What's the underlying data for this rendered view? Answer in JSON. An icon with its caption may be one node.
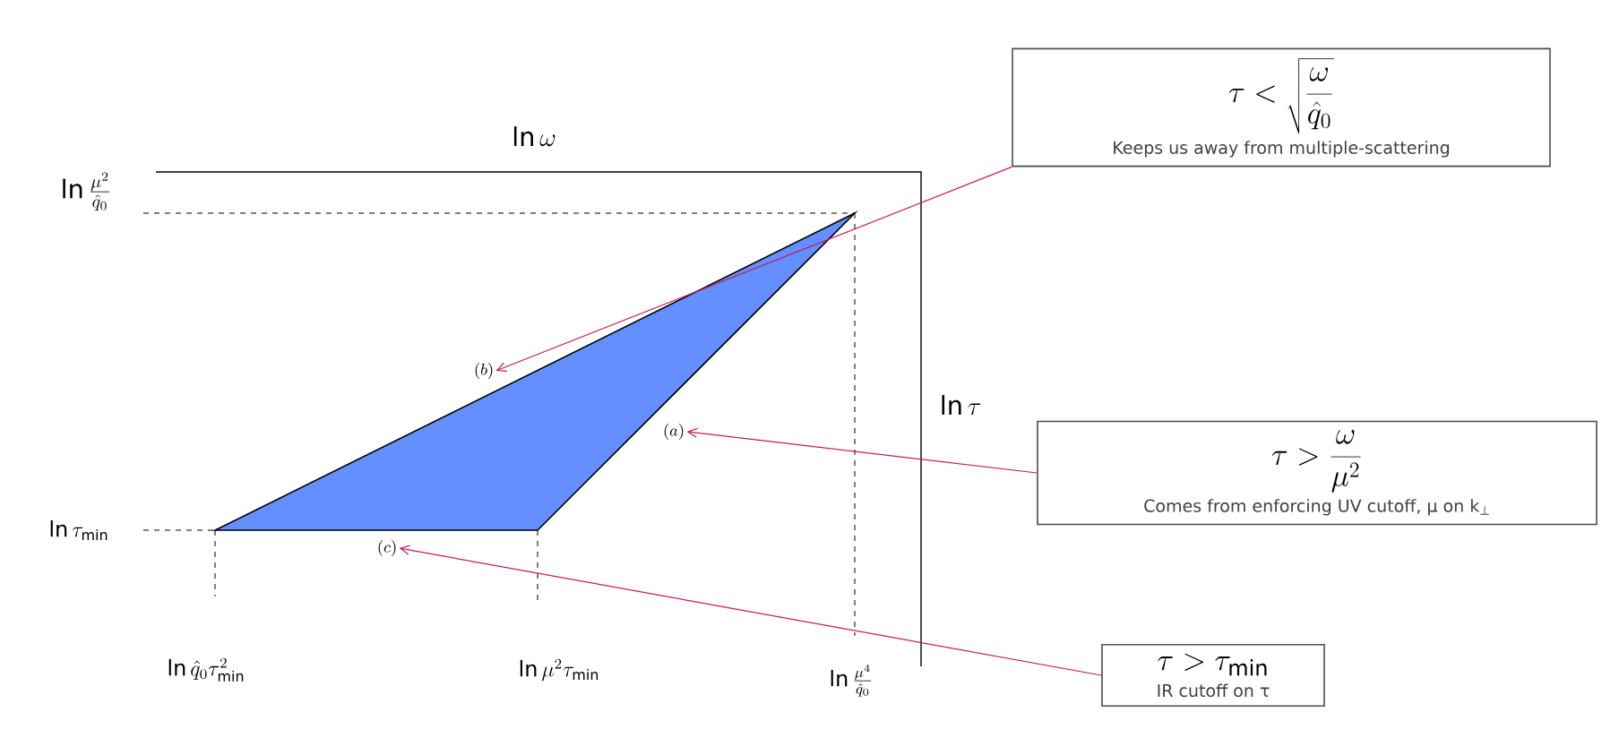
{
  "diagram": {
    "nodes": [
      {
        "text": [
          "\\tau < \\sqrt{\\frac{\\omega}{\\hat{q}_0}}",
          "Keeps us away from multiple-scattering"
        ]
      },
      {
        "text": [
          "\\tau > \\frac{\\omega}{\\mu^2}",
          "Comes from enforcing UV cutoff, μ on k$_{⊥}$"
        ]
      },
      {
        "text": [
          "\\tau > \\tau_{\\mathrm{min}}",
          "IR cutoff on τ"
        ]
      },
      {
        "text": [
          "(a)"
        ]
      },
      {
        "text": [
          "(b)"
        ]
      },
      {
        "text": [
          "(c)"
        ]
      }
    ],
    "edges": [
      {
        "from": 0,
        "to": 4,
        "arrow": "to"
      },
      {
        "from": 1,
        "to": 3,
        "arrow": "to"
      },
      {
        "from": 2,
        "to": 5,
        "arrow": "to"
      }
    ],
    "labels": [
      "\\ln\\omega",
      "\\ln\\frac{\\mu^2}{\\hat{q}_0}",
      "\\ln\\tau",
      "\\ln\\tau_{\\mathrm{min}}",
      "\\ln\\hat{q}_0\\tau_{\\mathrm{min}}^2",
      "\\ln\\mu^2\\tau_{\\mathrm{min}}",
      "\\ln\\frac{\\mu^4}{\\hat{q}_0}"
    ]
  }
}
